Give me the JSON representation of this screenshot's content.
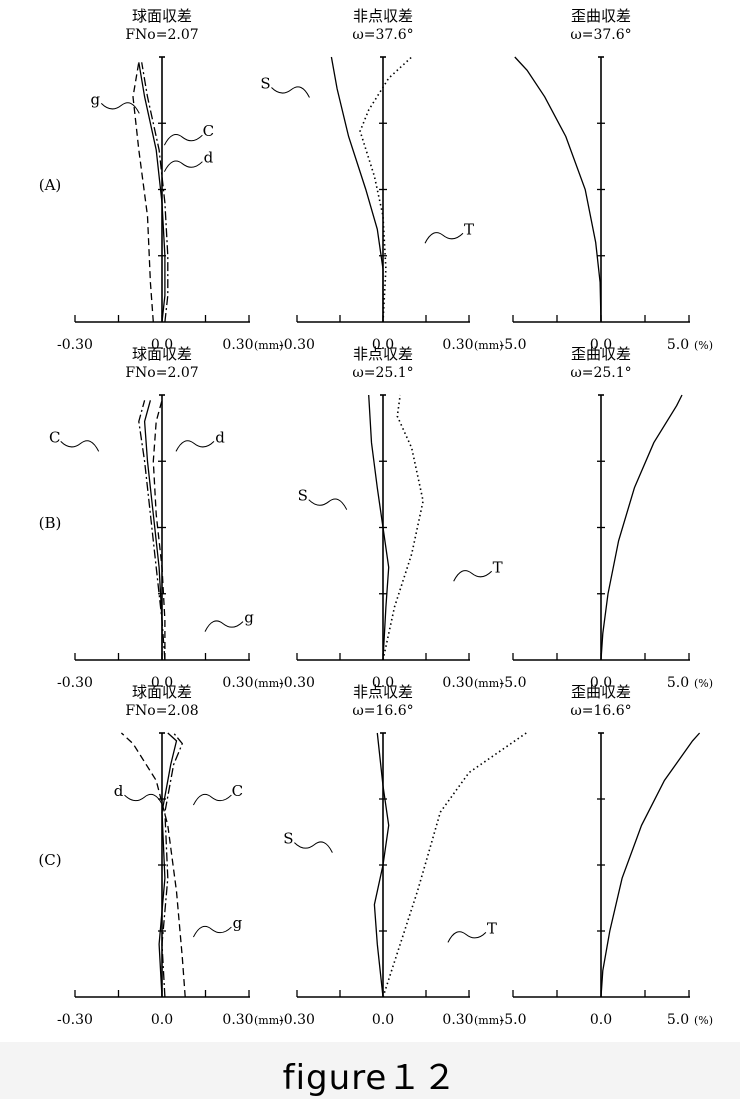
{
  "figure_caption": "figure１２",
  "chart_data": [
    {
      "type": "line",
      "row": "(A)",
      "panel": "spherical",
      "title": "球面収差",
      "subtitle": "FNo=2.07",
      "tick_labels": [
        "-0.30",
        "0.0",
        "0.30"
      ],
      "unit": "(mm)",
      "xlim": [
        -0.3,
        0.3
      ],
      "ylim": [
        0,
        1
      ],
      "series": [
        {
          "name": "d",
          "style": "solid",
          "points": [
            [
              0.0,
              0
            ],
            [
              0.01,
              0.1
            ],
            [
              0.01,
              0.25
            ],
            [
              0.0,
              0.45
            ],
            [
              -0.02,
              0.65
            ],
            [
              -0.06,
              0.85
            ],
            [
              -0.08,
              0.98
            ]
          ]
        },
        {
          "name": "C",
          "style": "dashdot",
          "points": [
            [
              0.01,
              0
            ],
            [
              0.02,
              0.1
            ],
            [
              0.02,
              0.25
            ],
            [
              0.01,
              0.45
            ],
            [
              -0.01,
              0.65
            ],
            [
              -0.05,
              0.85
            ],
            [
              -0.07,
              0.98
            ]
          ]
        },
        {
          "name": "g",
          "style": "dashed",
          "points": [
            [
              -0.03,
              0
            ],
            [
              -0.04,
              0.15
            ],
            [
              -0.05,
              0.4
            ],
            [
              -0.08,
              0.65
            ],
            [
              -0.1,
              0.85
            ],
            [
              -0.08,
              0.98
            ]
          ]
        }
      ],
      "labels": [
        {
          "text": "g",
          "x": -0.23,
          "y": 0.84
        },
        {
          "text": "C",
          "x": 0.16,
          "y": 0.72
        },
        {
          "text": "d",
          "x": 0.16,
          "y": 0.62
        }
      ]
    },
    {
      "type": "line",
      "row": "(A)",
      "panel": "astigmatism",
      "title": "非点収差",
      "subtitle": "ω=37.6°",
      "tick_labels": [
        "-0.30",
        "0.0",
        "0.30"
      ],
      "unit": "(mm)",
      "xlim": [
        -0.3,
        0.3
      ],
      "ylim": [
        0,
        1
      ],
      "series": [
        {
          "name": "S",
          "style": "solid",
          "points": [
            [
              0,
              0
            ],
            [
              0,
              0.15
            ],
            [
              0,
              0.2
            ],
            [
              -0.02,
              0.35
            ],
            [
              -0.06,
              0.5
            ],
            [
              -0.12,
              0.7
            ],
            [
              -0.16,
              0.88
            ],
            [
              -0.18,
              1.0
            ]
          ]
        },
        {
          "name": "T",
          "style": "dotted",
          "points": [
            [
              0,
              0
            ],
            [
              0.01,
              0.2
            ],
            [
              0.0,
              0.4
            ],
            [
              -0.03,
              0.55
            ],
            [
              -0.08,
              0.72
            ],
            [
              -0.05,
              0.8
            ],
            [
              0.02,
              0.92
            ],
            [
              0.1,
              1.0
            ]
          ]
        }
      ],
      "labels": [
        {
          "text": "S",
          "x": -0.41,
          "y": 0.9
        },
        {
          "text": "T",
          "x": 0.3,
          "y": 0.35
        }
      ]
    },
    {
      "type": "line",
      "row": "(A)",
      "panel": "distortion",
      "title": "歪曲収差",
      "subtitle": "ω=37.6°",
      "tick_labels": [
        "-5.0",
        "0.0",
        "5.0"
      ],
      "unit": "(%)",
      "xlim": [
        -5,
        5
      ],
      "ylim": [
        0,
        1
      ],
      "series": [
        {
          "name": "",
          "style": "solid",
          "points": [
            [
              0,
              0
            ],
            [
              -0.05,
              0.15
            ],
            [
              -0.3,
              0.3
            ],
            [
              -0.9,
              0.5
            ],
            [
              -2.0,
              0.7
            ],
            [
              -3.2,
              0.85
            ],
            [
              -4.2,
              0.95
            ],
            [
              -4.9,
              1.0
            ]
          ]
        }
      ],
      "labels": []
    },
    {
      "type": "line",
      "row": "(B)",
      "panel": "spherical",
      "title": "球面収差",
      "subtitle": "FNo=2.07",
      "tick_labels": [
        "-0.30",
        "0.0",
        "0.30"
      ],
      "unit": "(mm)",
      "xlim": [
        -0.3,
        0.3
      ],
      "ylim": [
        0,
        1
      ],
      "series": [
        {
          "name": "d",
          "style": "solid",
          "points": [
            [
              0,
              0
            ],
            [
              0.0,
              0.15
            ],
            [
              -0.01,
              0.35
            ],
            [
              -0.03,
              0.55
            ],
            [
              -0.05,
              0.75
            ],
            [
              -0.06,
              0.9
            ],
            [
              -0.04,
              0.98
            ]
          ]
        },
        {
          "name": "C",
          "style": "dashdot",
          "points": [
            [
              0.01,
              0
            ],
            [
              0.0,
              0.15
            ],
            [
              -0.02,
              0.35
            ],
            [
              -0.04,
              0.55
            ],
            [
              -0.06,
              0.75
            ],
            [
              -0.08,
              0.9
            ],
            [
              -0.06,
              0.98
            ]
          ]
        },
        {
          "name": "g",
          "style": "dashed",
          "points": [
            [
              0.01,
              0
            ],
            [
              0.01,
              0.15
            ],
            [
              0.0,
              0.35
            ],
            [
              -0.02,
              0.55
            ],
            [
              -0.03,
              0.75
            ],
            [
              -0.02,
              0.9
            ],
            [
              0.0,
              0.98
            ]
          ]
        }
      ],
      "labels": [
        {
          "text": "C",
          "x": -0.37,
          "y": 0.84
        },
        {
          "text": "d",
          "x": 0.2,
          "y": 0.84
        },
        {
          "text": "g",
          "x": 0.3,
          "y": 0.16
        }
      ]
    },
    {
      "type": "line",
      "row": "(B)",
      "panel": "astigmatism",
      "title": "非点収差",
      "subtitle": "ω=25.1°",
      "tick_labels": [
        "-0.30",
        "0.0",
        "0.30"
      ],
      "unit": "(mm)",
      "xlim": [
        -0.3,
        0.3
      ],
      "ylim": [
        0,
        1
      ],
      "series": [
        {
          "name": "S",
          "style": "solid",
          "points": [
            [
              0,
              0
            ],
            [
              0.01,
              0.2
            ],
            [
              0.02,
              0.35
            ],
            [
              0.0,
              0.5
            ],
            [
              -0.02,
              0.65
            ],
            [
              -0.04,
              0.82
            ],
            [
              -0.05,
              1.0
            ]
          ]
        },
        {
          "name": "T",
          "style": "dotted",
          "points": [
            [
              0,
              0
            ],
            [
              0.04,
              0.2
            ],
            [
              0.1,
              0.4
            ],
            [
              0.14,
              0.6
            ],
            [
              0.1,
              0.8
            ],
            [
              0.05,
              0.92
            ],
            [
              0.06,
              1.0
            ]
          ]
        }
      ],
      "labels": [
        {
          "text": "S",
          "x": -0.28,
          "y": 0.62
        },
        {
          "text": "T",
          "x": 0.4,
          "y": 0.35
        }
      ]
    },
    {
      "type": "line",
      "row": "(B)",
      "panel": "distortion",
      "title": "歪曲収差",
      "subtitle": "ω=25.1°",
      "tick_labels": [
        "-5.0",
        "0.0",
        "5.0"
      ],
      "unit": "(%)",
      "xlim": [
        -5,
        5
      ],
      "ylim": [
        0,
        1
      ],
      "series": [
        {
          "name": "",
          "style": "solid",
          "points": [
            [
              0,
              0
            ],
            [
              0.1,
              0.1
            ],
            [
              0.4,
              0.25
            ],
            [
              1.0,
              0.45
            ],
            [
              1.9,
              0.65
            ],
            [
              3.0,
              0.82
            ],
            [
              4.3,
              0.96
            ],
            [
              4.6,
              1.0
            ]
          ]
        }
      ],
      "labels": []
    },
    {
      "type": "line",
      "row": "(C)",
      "panel": "spherical",
      "title": "球面収差",
      "subtitle": "FNo=2.08",
      "tick_labels": [
        "-0.30",
        "0.0",
        "0.30"
      ],
      "unit": "(mm)",
      "xlim": [
        -0.3,
        0.3
      ],
      "ylim": [
        0,
        1
      ],
      "series": [
        {
          "name": "d",
          "style": "solid",
          "points": [
            [
              0,
              0
            ],
            [
              -0.01,
              0.2
            ],
            [
              0.01,
              0.45
            ],
            [
              0.0,
              0.7
            ],
            [
              0.03,
              0.88
            ],
            [
              0.05,
              0.97
            ],
            [
              0.02,
              1.0
            ]
          ]
        },
        {
          "name": "C",
          "style": "dashdot",
          "points": [
            [
              0.01,
              0
            ],
            [
              0.0,
              0.2
            ],
            [
              0.02,
              0.45
            ],
            [
              0.01,
              0.7
            ],
            [
              0.04,
              0.88
            ],
            [
              0.07,
              0.96
            ],
            [
              0.04,
              1.0
            ]
          ]
        },
        {
          "name": "g",
          "style": "dashed",
          "points": [
            [
              0.08,
              0
            ],
            [
              0.07,
              0.15
            ],
            [
              0.05,
              0.4
            ],
            [
              0.02,
              0.65
            ],
            [
              -0.02,
              0.82
            ],
            [
              -0.1,
              0.96
            ],
            [
              -0.14,
              1.0
            ]
          ]
        }
      ],
      "labels": [
        {
          "text": "d",
          "x": -0.15,
          "y": 0.78
        },
        {
          "text": "C",
          "x": 0.26,
          "y": 0.78
        },
        {
          "text": "g",
          "x": 0.26,
          "y": 0.28
        }
      ]
    },
    {
      "type": "line",
      "row": "(C)",
      "panel": "astigmatism",
      "title": "非点収差",
      "subtitle": "ω=16.6°",
      "tick_labels": [
        "-0.30",
        "0.0",
        "0.30"
      ],
      "unit": "(mm)",
      "xlim": [
        -0.3,
        0.3
      ],
      "ylim": [
        0,
        1
      ],
      "series": [
        {
          "name": "S",
          "style": "solid",
          "points": [
            [
              0,
              0
            ],
            [
              -0.02,
              0.2
            ],
            [
              -0.03,
              0.35
            ],
            [
              0.0,
              0.5
            ],
            [
              0.02,
              0.65
            ],
            [
              0.0,
              0.8
            ],
            [
              -0.02,
              1.0
            ]
          ]
        },
        {
          "name": "T",
          "style": "dotted",
          "points": [
            [
              0,
              0
            ],
            [
              0.06,
              0.2
            ],
            [
              0.12,
              0.4
            ],
            [
              0.16,
              0.55
            ],
            [
              0.2,
              0.7
            ],
            [
              0.3,
              0.85
            ],
            [
              0.5,
              1.0
            ]
          ]
        }
      ],
      "labels": [
        {
          "text": "S",
          "x": -0.33,
          "y": 0.6
        },
        {
          "text": "T",
          "x": 0.38,
          "y": 0.26
        }
      ]
    },
    {
      "type": "line",
      "row": "(C)",
      "panel": "distortion",
      "title": "歪曲収差",
      "subtitle": "ω=16.6°",
      "tick_labels": [
        "-5.0",
        "0.0",
        "5.0"
      ],
      "unit": "(%)",
      "xlim": [
        -5,
        5
      ],
      "ylim": [
        0,
        1
      ],
      "series": [
        {
          "name": "",
          "style": "solid",
          "points": [
            [
              0,
              0
            ],
            [
              0.1,
              0.1
            ],
            [
              0.5,
              0.25
            ],
            [
              1.2,
              0.45
            ],
            [
              2.3,
              0.65
            ],
            [
              3.6,
              0.82
            ],
            [
              5.2,
              0.97
            ],
            [
              5.6,
              1.0
            ]
          ]
        }
      ],
      "labels": []
    }
  ]
}
